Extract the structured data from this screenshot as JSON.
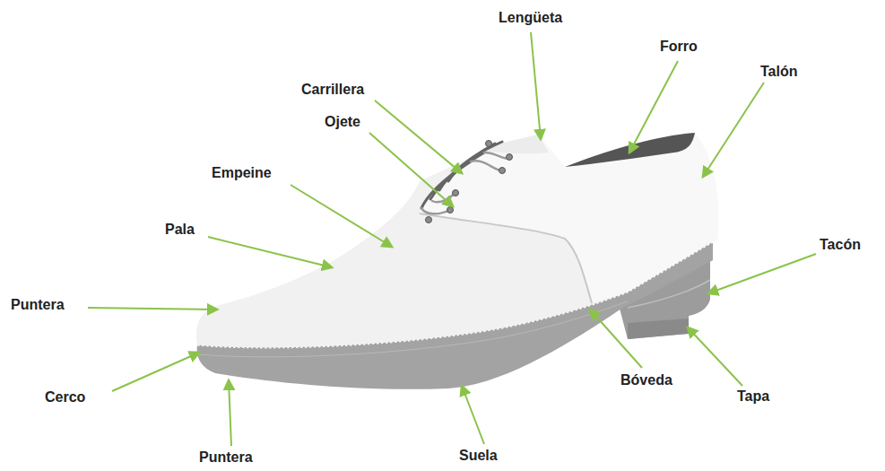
{
  "diagram": {
    "labels": [
      "Lengüeta",
      "Forro",
      "Talón",
      "Carrillera",
      "Ojete",
      "Empeine",
      "Pala",
      "Tacón",
      "Puntera",
      "Cerco",
      "Bóveda",
      "Tapa",
      "Puntera",
      "Suela"
    ]
  }
}
